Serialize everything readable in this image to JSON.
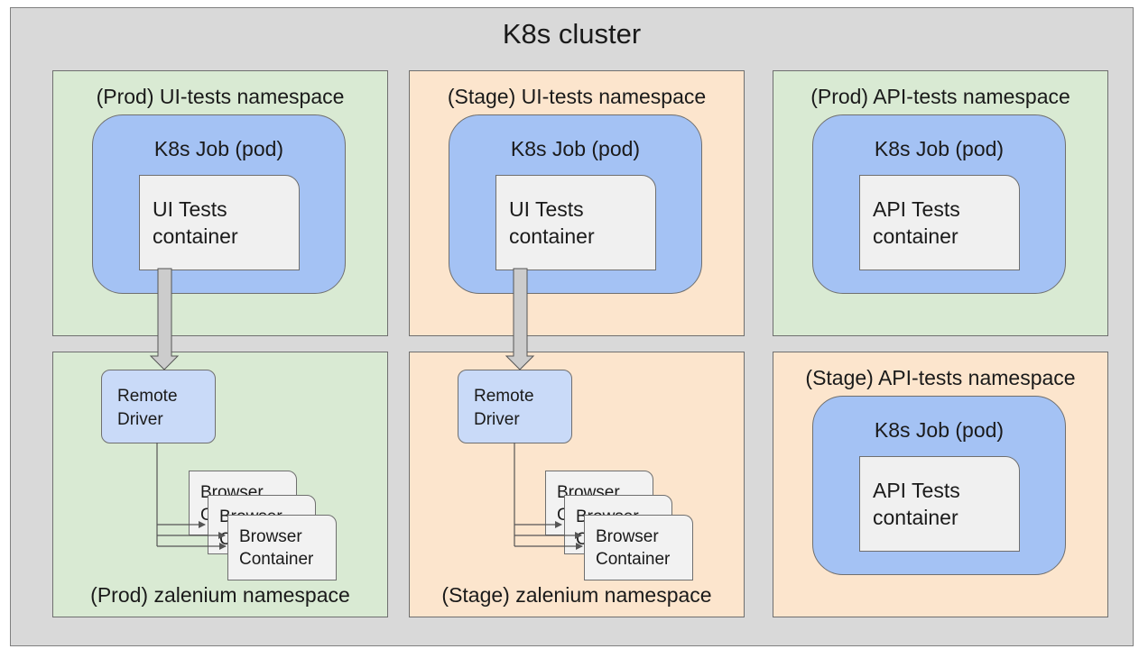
{
  "cluster": {
    "title": "K8s cluster"
  },
  "namespaces": {
    "prod_ui": {
      "label": "(Prod) UI-tests namespace",
      "pod_label": "K8s Job (pod)",
      "container_line1": "UI Tests",
      "container_line2": "container"
    },
    "stage_ui": {
      "label": "(Stage) UI-tests namespace",
      "pod_label": "K8s Job (pod)",
      "container_line1": "UI Tests",
      "container_line2": "container"
    },
    "prod_api": {
      "label": "(Prod) API-tests namespace",
      "pod_label": "K8s Job (pod)",
      "container_line1": "API Tests",
      "container_line2": "container"
    },
    "stage_api": {
      "label": "(Stage) API-tests namespace",
      "pod_label": "K8s Job (pod)",
      "container_line1": "API Tests",
      "container_line2": "container"
    },
    "prod_zalenium": {
      "label": "(Prod) zalenium namespace",
      "driver_line1": "Remote",
      "driver_line2": "Driver",
      "browser_line1": "Browser",
      "browser_line2": "Container"
    },
    "stage_zalenium": {
      "label": "(Stage) zalenium namespace",
      "driver_line1": "Remote",
      "driver_line2": "Driver",
      "browser_line1": "Browser",
      "browser_line2": "Container"
    }
  },
  "colors": {
    "cluster_bg": "#d9d9d9",
    "prod_namespace_bg": "#d9ead3",
    "stage_namespace_bg": "#fce5cd",
    "pod_bg": "#a4c2f4",
    "driver_bg": "#c9daf8",
    "container_bg": "#f0f0f0"
  }
}
